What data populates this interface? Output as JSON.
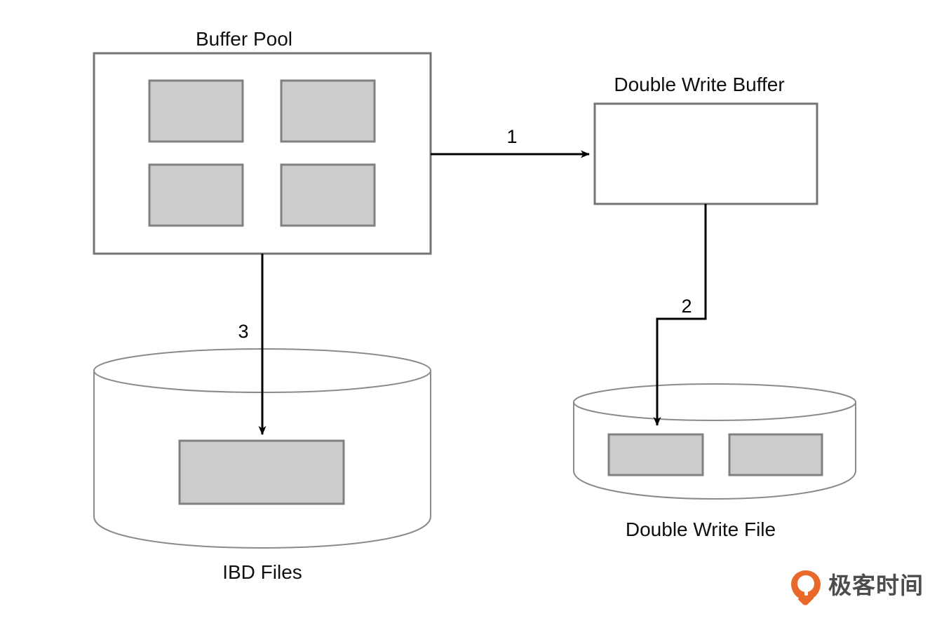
{
  "diagram": {
    "title_buffer_pool": "Buffer Pool",
    "title_double_write_buffer": "Double Write Buffer",
    "label_ibd_files": "IBD Files",
    "label_double_write_file": "Double Write File",
    "steps": {
      "one": "1",
      "two": "2",
      "three": "3"
    },
    "colors": {
      "page_fill": "#CCCCCC",
      "page_stroke": "#808080",
      "box_stroke": "#757575",
      "cylinder_stroke": "#8A8A8A",
      "arrow": "#000000",
      "text": "#0F0F0F",
      "background": "#FFFFFF"
    },
    "nodes": [
      {
        "id": "buffer-pool",
        "kind": "rectangle",
        "label": "Buffer Pool",
        "pages": 4
      },
      {
        "id": "double-write-buffer",
        "kind": "rectangle",
        "label": "Double Write Buffer",
        "pages": 0
      },
      {
        "id": "ibd-files",
        "kind": "cylinder",
        "label": "IBD Files",
        "pages": 1
      },
      {
        "id": "double-write-file",
        "kind": "cylinder",
        "label": "Double Write File",
        "pages": 2
      }
    ],
    "edges": [
      {
        "id": "edge-1",
        "label": "1",
        "from": "buffer-pool",
        "to": "double-write-buffer",
        "shape": "straight-right"
      },
      {
        "id": "edge-2",
        "label": "2",
        "from": "double-write-buffer",
        "to": "double-write-file",
        "shape": "z-bend-down"
      },
      {
        "id": "edge-3",
        "label": "3",
        "from": "buffer-pool",
        "to": "ibd-files",
        "shape": "straight-down"
      }
    ]
  },
  "watermark": {
    "brand_text": "极客时间",
    "mark_color": "#E8692A",
    "text_color": "#4D4D4D"
  }
}
